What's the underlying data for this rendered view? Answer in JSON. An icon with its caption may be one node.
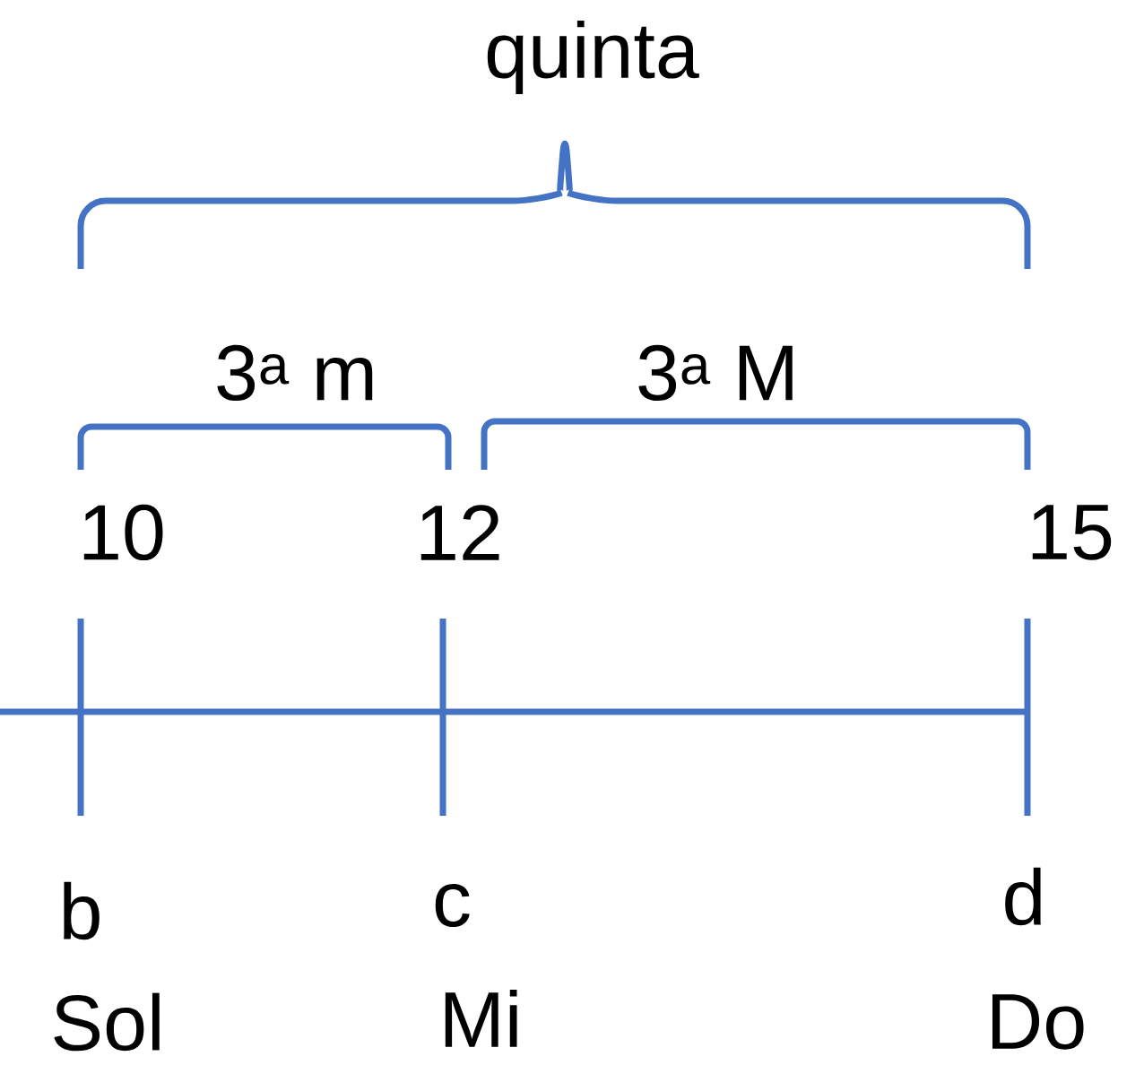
{
  "diagram": {
    "labels": [
      "quinta",
      "3$^{a}$ m",
      "3$^{a}$ M",
      "10",
      "12",
      "15",
      "b",
      "c",
      "d",
      "Sol",
      "Mi",
      "Do"
    ]
  }
}
